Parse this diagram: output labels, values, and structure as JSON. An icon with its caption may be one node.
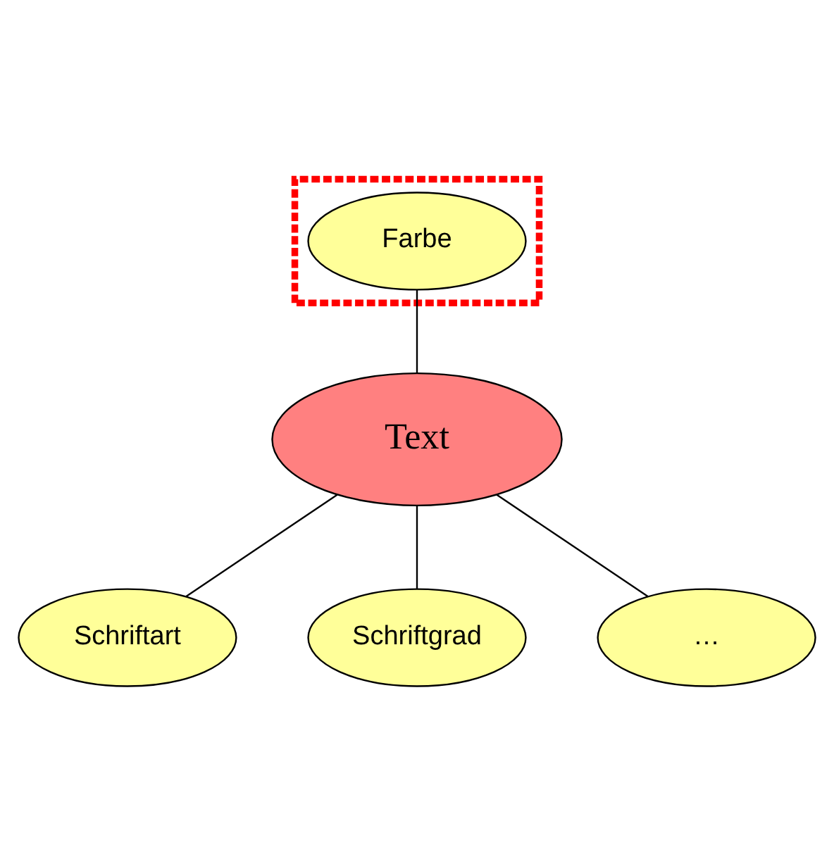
{
  "diagram": {
    "nodes": [
      {
        "text": [],
        "shape": "box"
      },
      {
        "text": [
          "Farbe"
        ],
        "in": 0
      },
      {
        "text": [
          "Schriftart"
        ]
      },
      {
        "text": [
          "Text"
        ]
      },
      {
        "text": [
          "Schriftgrad"
        ]
      },
      {
        "text": [
          "…"
        ]
      }
    ],
    "edges": [
      {
        "from": 1,
        "to": 3,
        "arrow": "none"
      },
      {
        "from": 3,
        "to": 2,
        "arrow": "none"
      },
      {
        "from": 3,
        "to": 4,
        "arrow": "none"
      },
      {
        "from": 3,
        "to": 5,
        "arrow": "none"
      }
    ]
  }
}
